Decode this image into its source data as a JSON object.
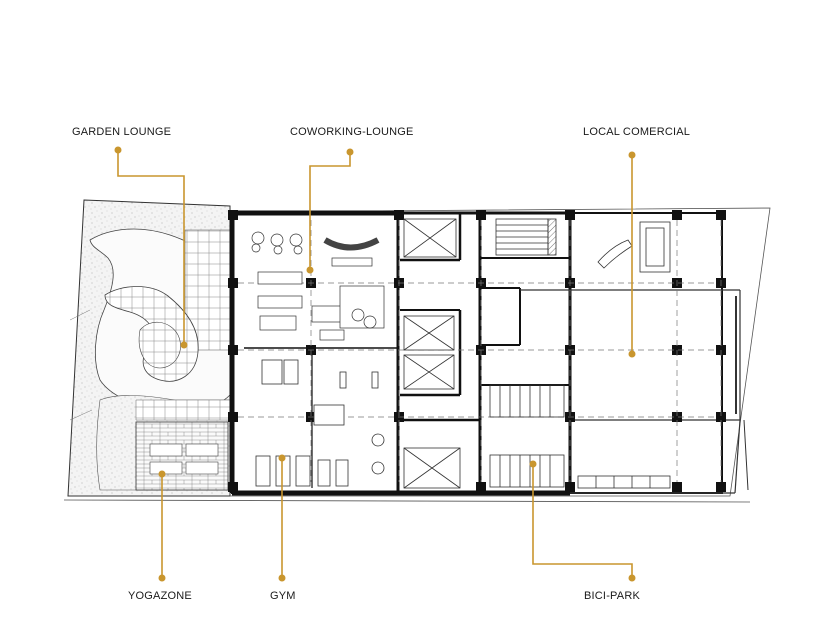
{
  "labels": {
    "garden_lounge": "GARDEN LOUNGE",
    "coworking_lounge": "COWORKING-LOUNGE",
    "local_comercial": "LOCAL COMERCIAL",
    "yogazone": "YOGAZONE",
    "gym": "GYM",
    "bici_park": "BICI-PARK"
  },
  "colors": {
    "accent": "#C9962E",
    "wall": "#111111",
    "line": "#333333",
    "dash": "#666666"
  }
}
